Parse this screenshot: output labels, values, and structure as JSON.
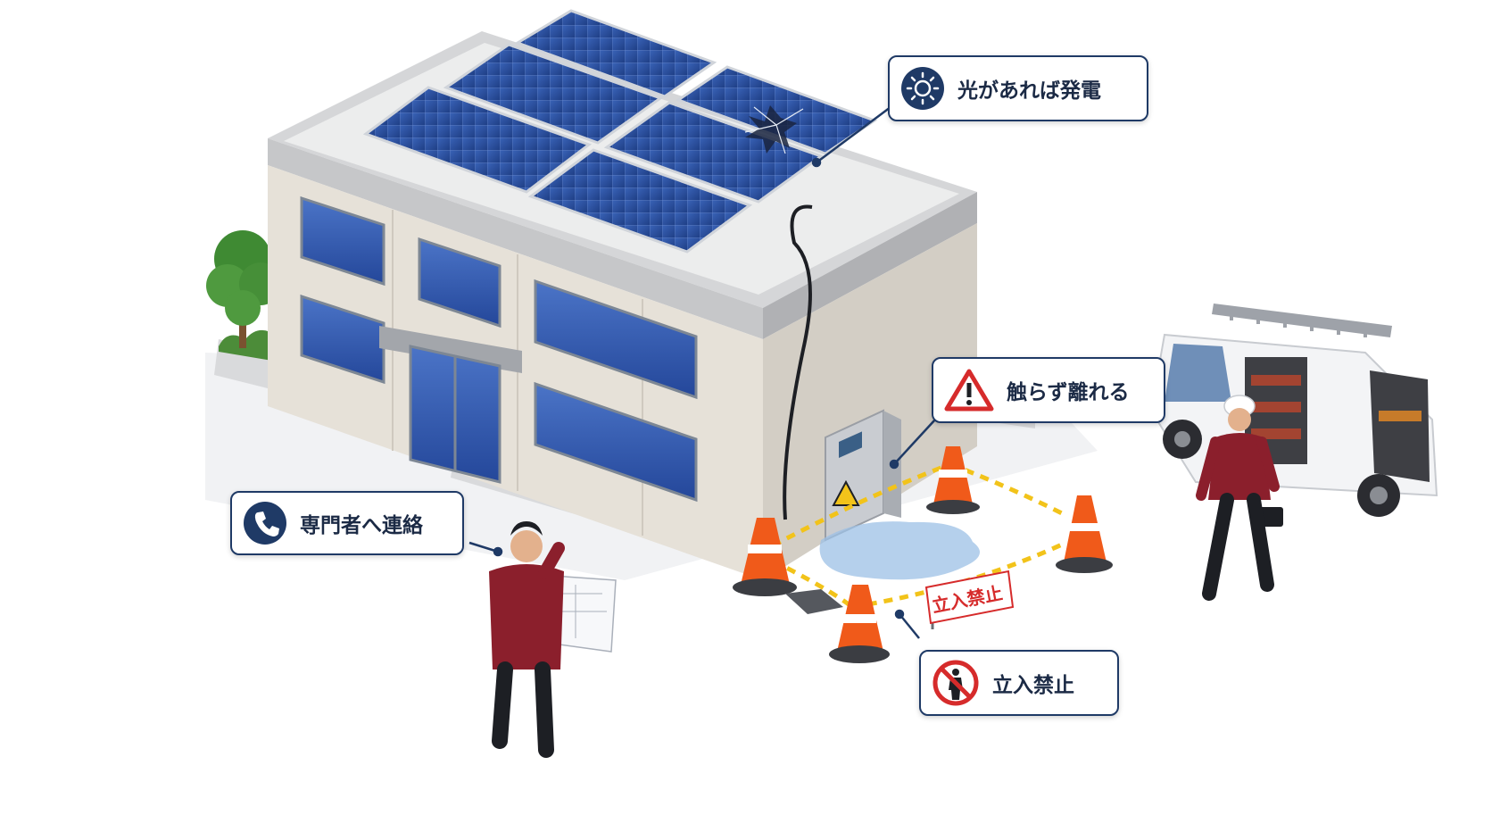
{
  "callouts": {
    "sunlight": {
      "label": "光があれば発電",
      "icon": "sun-icon"
    },
    "no_touch": {
      "label": "触らず離れる",
      "icon": "warning-icon"
    },
    "contact": {
      "label": "専門者へ連絡",
      "icon": "phone-icon"
    },
    "no_entry": {
      "label": "立入禁止",
      "icon": "no-entry-person-icon"
    }
  },
  "sign": {
    "text": "立入禁止"
  },
  "colors": {
    "navy": "#1f3a66",
    "warning_red": "#d62b2b",
    "panel_blue": "#2a4f9e",
    "cone_orange": "#f05a1a",
    "uniform": "#8b1f2c"
  }
}
